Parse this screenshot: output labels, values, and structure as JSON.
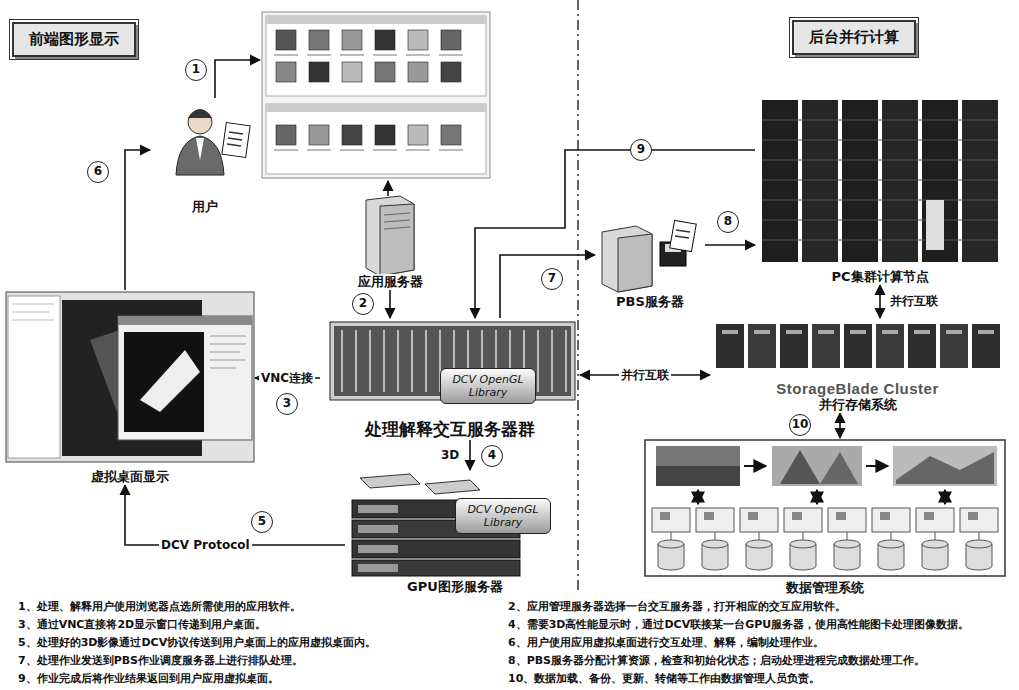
{
  "diagram": {
    "nodes": [
      {
        "text": [
          "前端图形显示"
        ]
      },
      {
        "text": [
          "后台并行计算"
        ]
      },
      {
        "text": [
          "用户"
        ]
      },
      {
        "text": [
          "应用服务器"
        ]
      },
      {
        "text": [
          "处理解释交互服务器群"
        ]
      },
      {
        "text": [
          "DCV OpenGL Library"
        ],
        "in": 4
      },
      {
        "text": [
          "虚拟桌面显示"
        ]
      },
      {
        "text": [
          "GPU图形服务器"
        ]
      },
      {
        "text": [
          "DCV OpenGL Library"
        ],
        "in": 7
      },
      {
        "text": [
          "PBS服务器"
        ]
      },
      {
        "text": [
          "PC集群计算节点"
        ]
      },
      {
        "text": [
          "StorageBlade Cluster",
          "并行存储系统"
        ]
      },
      {
        "text": [
          "数据管理系统"
        ]
      }
    ],
    "edges": [
      {
        "from": 3,
        "to": 4,
        "arrow": "to"
      },
      {
        "from": 4,
        "to": 6,
        "label": "VNC连接",
        "arrow": "to"
      },
      {
        "from": 4,
        "to": 7,
        "label": "3D",
        "arrow": "to"
      },
      {
        "from": 7,
        "to": 6,
        "label": "DCV Protocol",
        "arrow": "to"
      },
      {
        "from": 6,
        "to": 2,
        "arrow": "to"
      },
      {
        "from": 4,
        "to": 9,
        "arrow": "to"
      },
      {
        "from": 10,
        "to": 4,
        "arrow": "to"
      },
      {
        "from": 9,
        "to": 10,
        "arrow": "to"
      },
      {
        "from": 4,
        "to": 11,
        "label": "并行互联",
        "arrow": "both"
      },
      {
        "from": 10,
        "to": 11,
        "label": "并行互联",
        "arrow": "both"
      },
      {
        "from": 11,
        "to": 12,
        "arrow": "both"
      }
    ],
    "labels": [
      "1",
      "2",
      "3",
      "4",
      "5",
      "6",
      "7",
      "8",
      "9",
      "10",
      "1、处理、解释用户使用浏览器点选所需使用的应用软件。",
      "2、应用管理服务器选择一台交互服务器，打开相应的交互应用软件。",
      "3、通过VNC直接将2D显示窗口传递到用户桌面。",
      "4、需要3D高性能显示时，通过DCV联接某一台GPU服务器，使用高性能图卡处理图像数据。",
      "5、处理好的3D影像通过DCV协议传送到用户桌面上的应用虚拟桌面内。",
      "6、用户使用应用虚拟桌面进行交互处理、解释，编制处理作业。",
      "7、处理作业发送到PBS作业调度服务器上进行排队处理。",
      "8、PBS服务器分配计算资源，检查和初始化状态；启动处理进程完成数据处理工作。",
      "9、作业完成后将作业结果返回到用户应用虚拟桌面。",
      "10、数据加载、备份、更新、转储等工作由数据管理人员负责。"
    ]
  }
}
